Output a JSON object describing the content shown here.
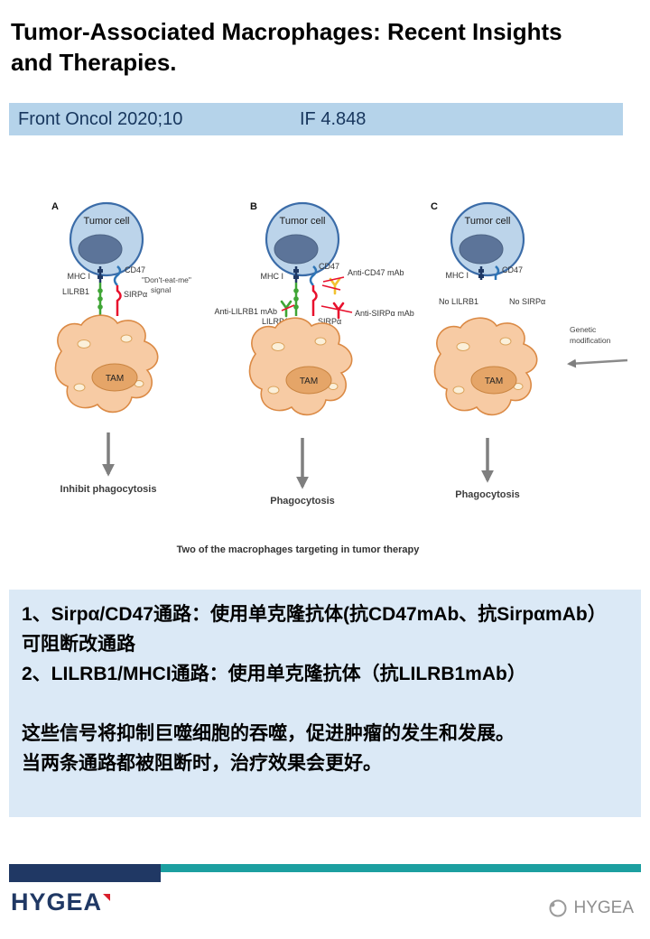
{
  "title": {
    "line1": "Tumor-Associated Macrophages: Recent Insights",
    "line2": "and Therapies."
  },
  "citation": {
    "journal": "Front Oncol 2020;10",
    "impact_factor": "IF 4.848"
  },
  "figure": {
    "tam_label": "TAM",
    "caption": "Two of the macrophages targeting in tumor therapy",
    "panels": [
      {
        "letter": "A",
        "tumor_cell": "Tumor cell",
        "labels": {
          "mhc1": "MHC I",
          "cd47": "CD47",
          "lilrb1": "LILRB1",
          "sirpa": "SIRPα",
          "signal_line1": "\"Don't-eat-me\"",
          "signal_line2": "signal"
        },
        "outcome": "Inhibit phagocytosis"
      },
      {
        "letter": "B",
        "tumor_cell": "Tumor cell",
        "labels": {
          "mhc1": "MHC I",
          "cd47": "CD47",
          "anti_cd47": "Anti-CD47 mAb",
          "anti_lilrb1": "Anti-LILRB1 mAb",
          "lilrb1": "LILRB1",
          "sirpa": "SIRPα",
          "anti_sirpa": "Anti-SIRPα mAb"
        },
        "outcome": "Phagocytosis"
      },
      {
        "letter": "C",
        "tumor_cell": "Tumor cell",
        "labels": {
          "mhc1": "MHC I",
          "cd47": "CD47",
          "no_lilrb1": "No LILRB1",
          "no_sirpa": "No SIRPα",
          "genetic_line1": "Genetic",
          "genetic_line2": "modification"
        },
        "outcome": "Phagocytosis"
      }
    ]
  },
  "notes": {
    "paragraphs": [
      "1、Sirpα/CD47通路：使用单克隆抗体(抗CD47mAb、抗SirpαmAb）",
      "可阻断改通路",
      "2、LILRB1/MHCI通路：使用单克隆抗体（抗LILRB1mAb）",
      "",
      "这些信号将抑制巨噬细胞的吞噬，促进肿瘤的发生和发展。",
      "当两条通路都被阻断时，治疗效果会更好。"
    ]
  },
  "footer": {
    "logo_text": "HYGEA",
    "watermark_text": "HYGEA"
  },
  "colors": {
    "citation_bar_bg": "#B5D3EA",
    "notes_bg": "#DBE9F6",
    "footer_navy": "#203864",
    "footer_teal": "#1C9FA0",
    "tumor_cell_fill": "#BCD4EA",
    "tam_fill": "#F7CBA4",
    "mhc1": "#1F3864",
    "cd47": "#2E75B6",
    "lilrb1": "#3FA535",
    "sirpa": "#E8112D",
    "anti_cd47_mab": "#F2C230",
    "logo_accent": "#D91F2B"
  }
}
